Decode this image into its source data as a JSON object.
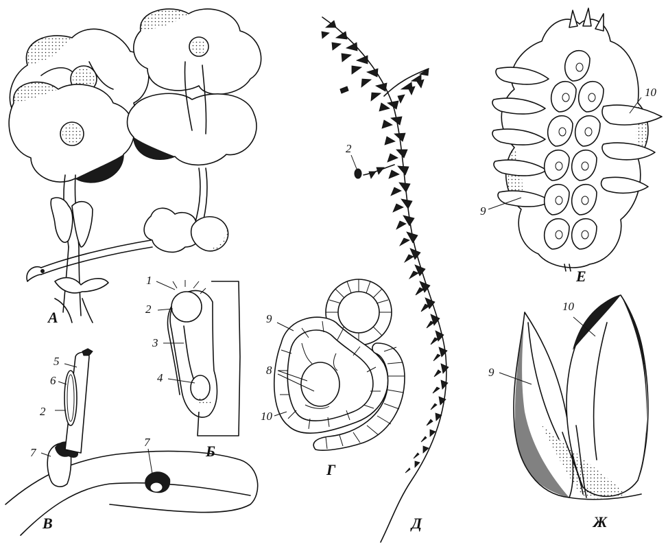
{
  "figure_panels": {
    "A": "А",
    "B": "Б",
    "V": "В",
    "G": "Г",
    "D": "Д",
    "E": "Е",
    "Zh": "Ж"
  },
  "callouts": {
    "b1": "1",
    "b2": "2",
    "b3": "3",
    "b4": "4",
    "v5": "5",
    "v6": "6",
    "v2": "2",
    "v7a": "7",
    "v7b": "7",
    "g9": "9",
    "g8": "8",
    "g10": "10",
    "d2": "2",
    "e10": "10",
    "e9": "9",
    "zh10": "10",
    "zh9": "9"
  }
}
